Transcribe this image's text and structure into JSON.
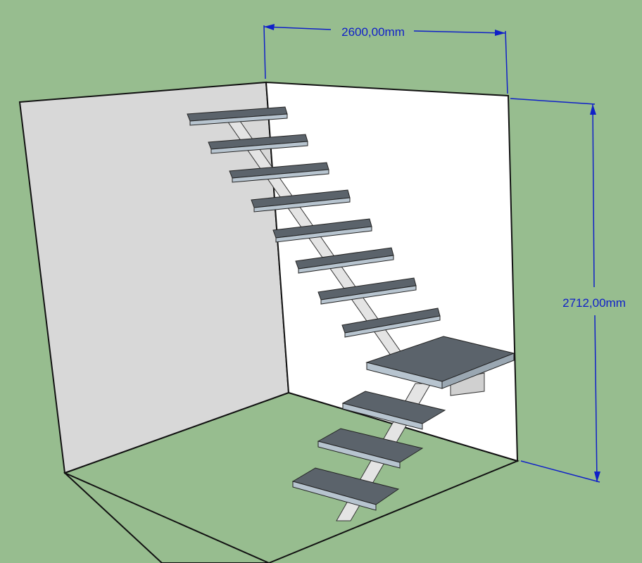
{
  "model": {
    "staircase": {
      "flight_lower_steps": 3,
      "landing": 1,
      "flight_upper_steps": 8
    }
  },
  "dimensions": {
    "width_label": "2600,00mm",
    "height_label": "2712,00mm",
    "color": "#1020c8"
  },
  "colors": {
    "background": "#97bd8f",
    "floor": "#97bd8f",
    "left_wall": "#d8d8d8",
    "back_wall": "#ffffff",
    "tread_top": "#5b636b",
    "tread_edge": "#b7c4cf",
    "stringer": "#e4e4e4"
  }
}
